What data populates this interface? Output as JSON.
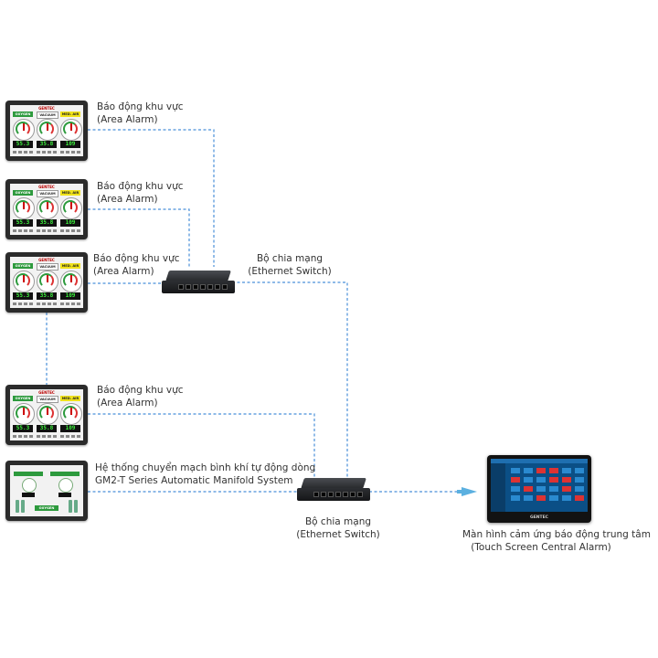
{
  "area_alarm_label": {
    "vi": "Báo động khu vực",
    "en": "(Area Alarm)"
  },
  "switch_label": {
    "vi": "Bộ chia mạng",
    "en": "(Ethernet Switch)"
  },
  "manifold_label": {
    "vi": "Hệ thống chuyển mạch bình khí tự động dòng",
    "en": "GM2-T Series Automatic Manifold System"
  },
  "central_label": {
    "vi": "Màn hình cảm ứng báo động trung tâm",
    "en": "(Touch Screen Central Alarm)"
  },
  "panel": {
    "brand": "GENTEC",
    "gases": [
      "OXYGEN",
      "VACUUM",
      "MED. AIR"
    ],
    "gas_colors": [
      "#2d9a3d",
      "#ffffff",
      "#f0e21a"
    ],
    "values": [
      "55.3",
      "35.8",
      "109"
    ]
  },
  "manifold": {
    "gas": "OXYGEN"
  },
  "central": {
    "brand": "GENTEC"
  },
  "colors": {
    "link": "#4a90d9",
    "arrow": "#5bb0e0"
  }
}
